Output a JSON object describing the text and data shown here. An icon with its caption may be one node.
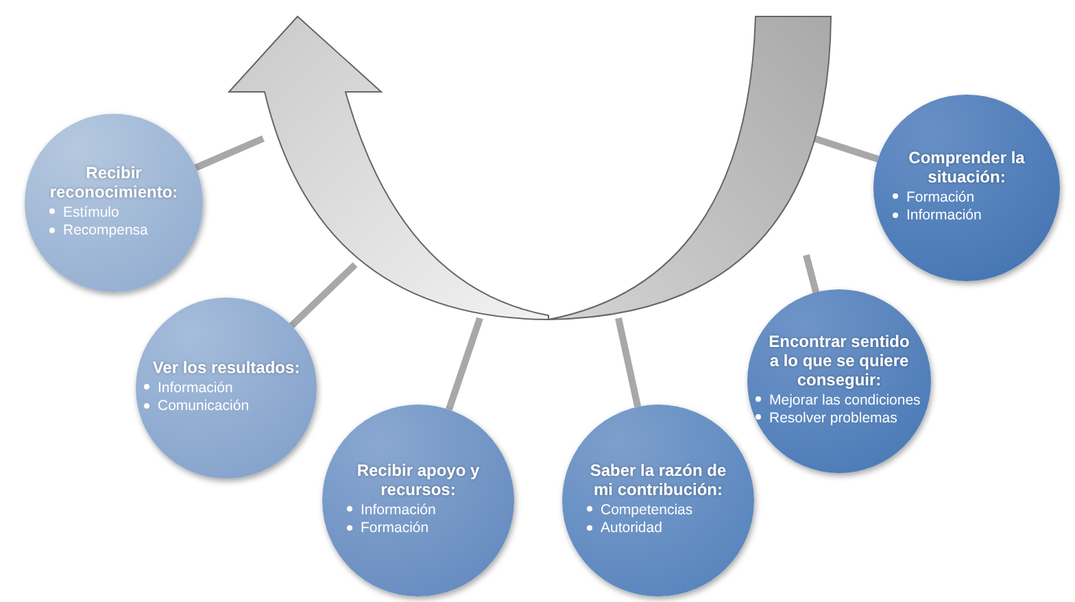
{
  "diagram": {
    "nodes": [
      {
        "text": [
          "Recibir reconocimiento:",
          "Estímulo",
          "Recompensa"
        ]
      },
      {
        "text": [
          "Ver los resultados:",
          "Información",
          "Comunicación"
        ]
      },
      {
        "text": [
          "Recibir apoyo y recursos:",
          "Información",
          "Formación"
        ]
      },
      {
        "text": [
          "Saber la razón de mi contribución:",
          "Competencias",
          "Autoridad"
        ]
      },
      {
        "text": [
          "Encontrar sentido a lo que se quiere conseguir:",
          "Mejorar las condiciones",
          "Resolver problemas"
        ]
      },
      {
        "text": [
          "Comprender la situación:",
          "Formación",
          "Información"
        ]
      },
      {
        "text": [],
        "shape": "arrow"
      }
    ],
    "edges": [
      {
        "from": 6,
        "to": 0,
        "arrow": "none"
      },
      {
        "from": 6,
        "to": 1,
        "arrow": "none"
      },
      {
        "from": 6,
        "to": 2,
        "arrow": "none"
      },
      {
        "from": 6,
        "to": 3,
        "arrow": "none"
      },
      {
        "from": 6,
        "to": 4,
        "arrow": "none"
      },
      {
        "from": 6,
        "to": 5,
        "arrow": "none"
      }
    ]
  }
}
